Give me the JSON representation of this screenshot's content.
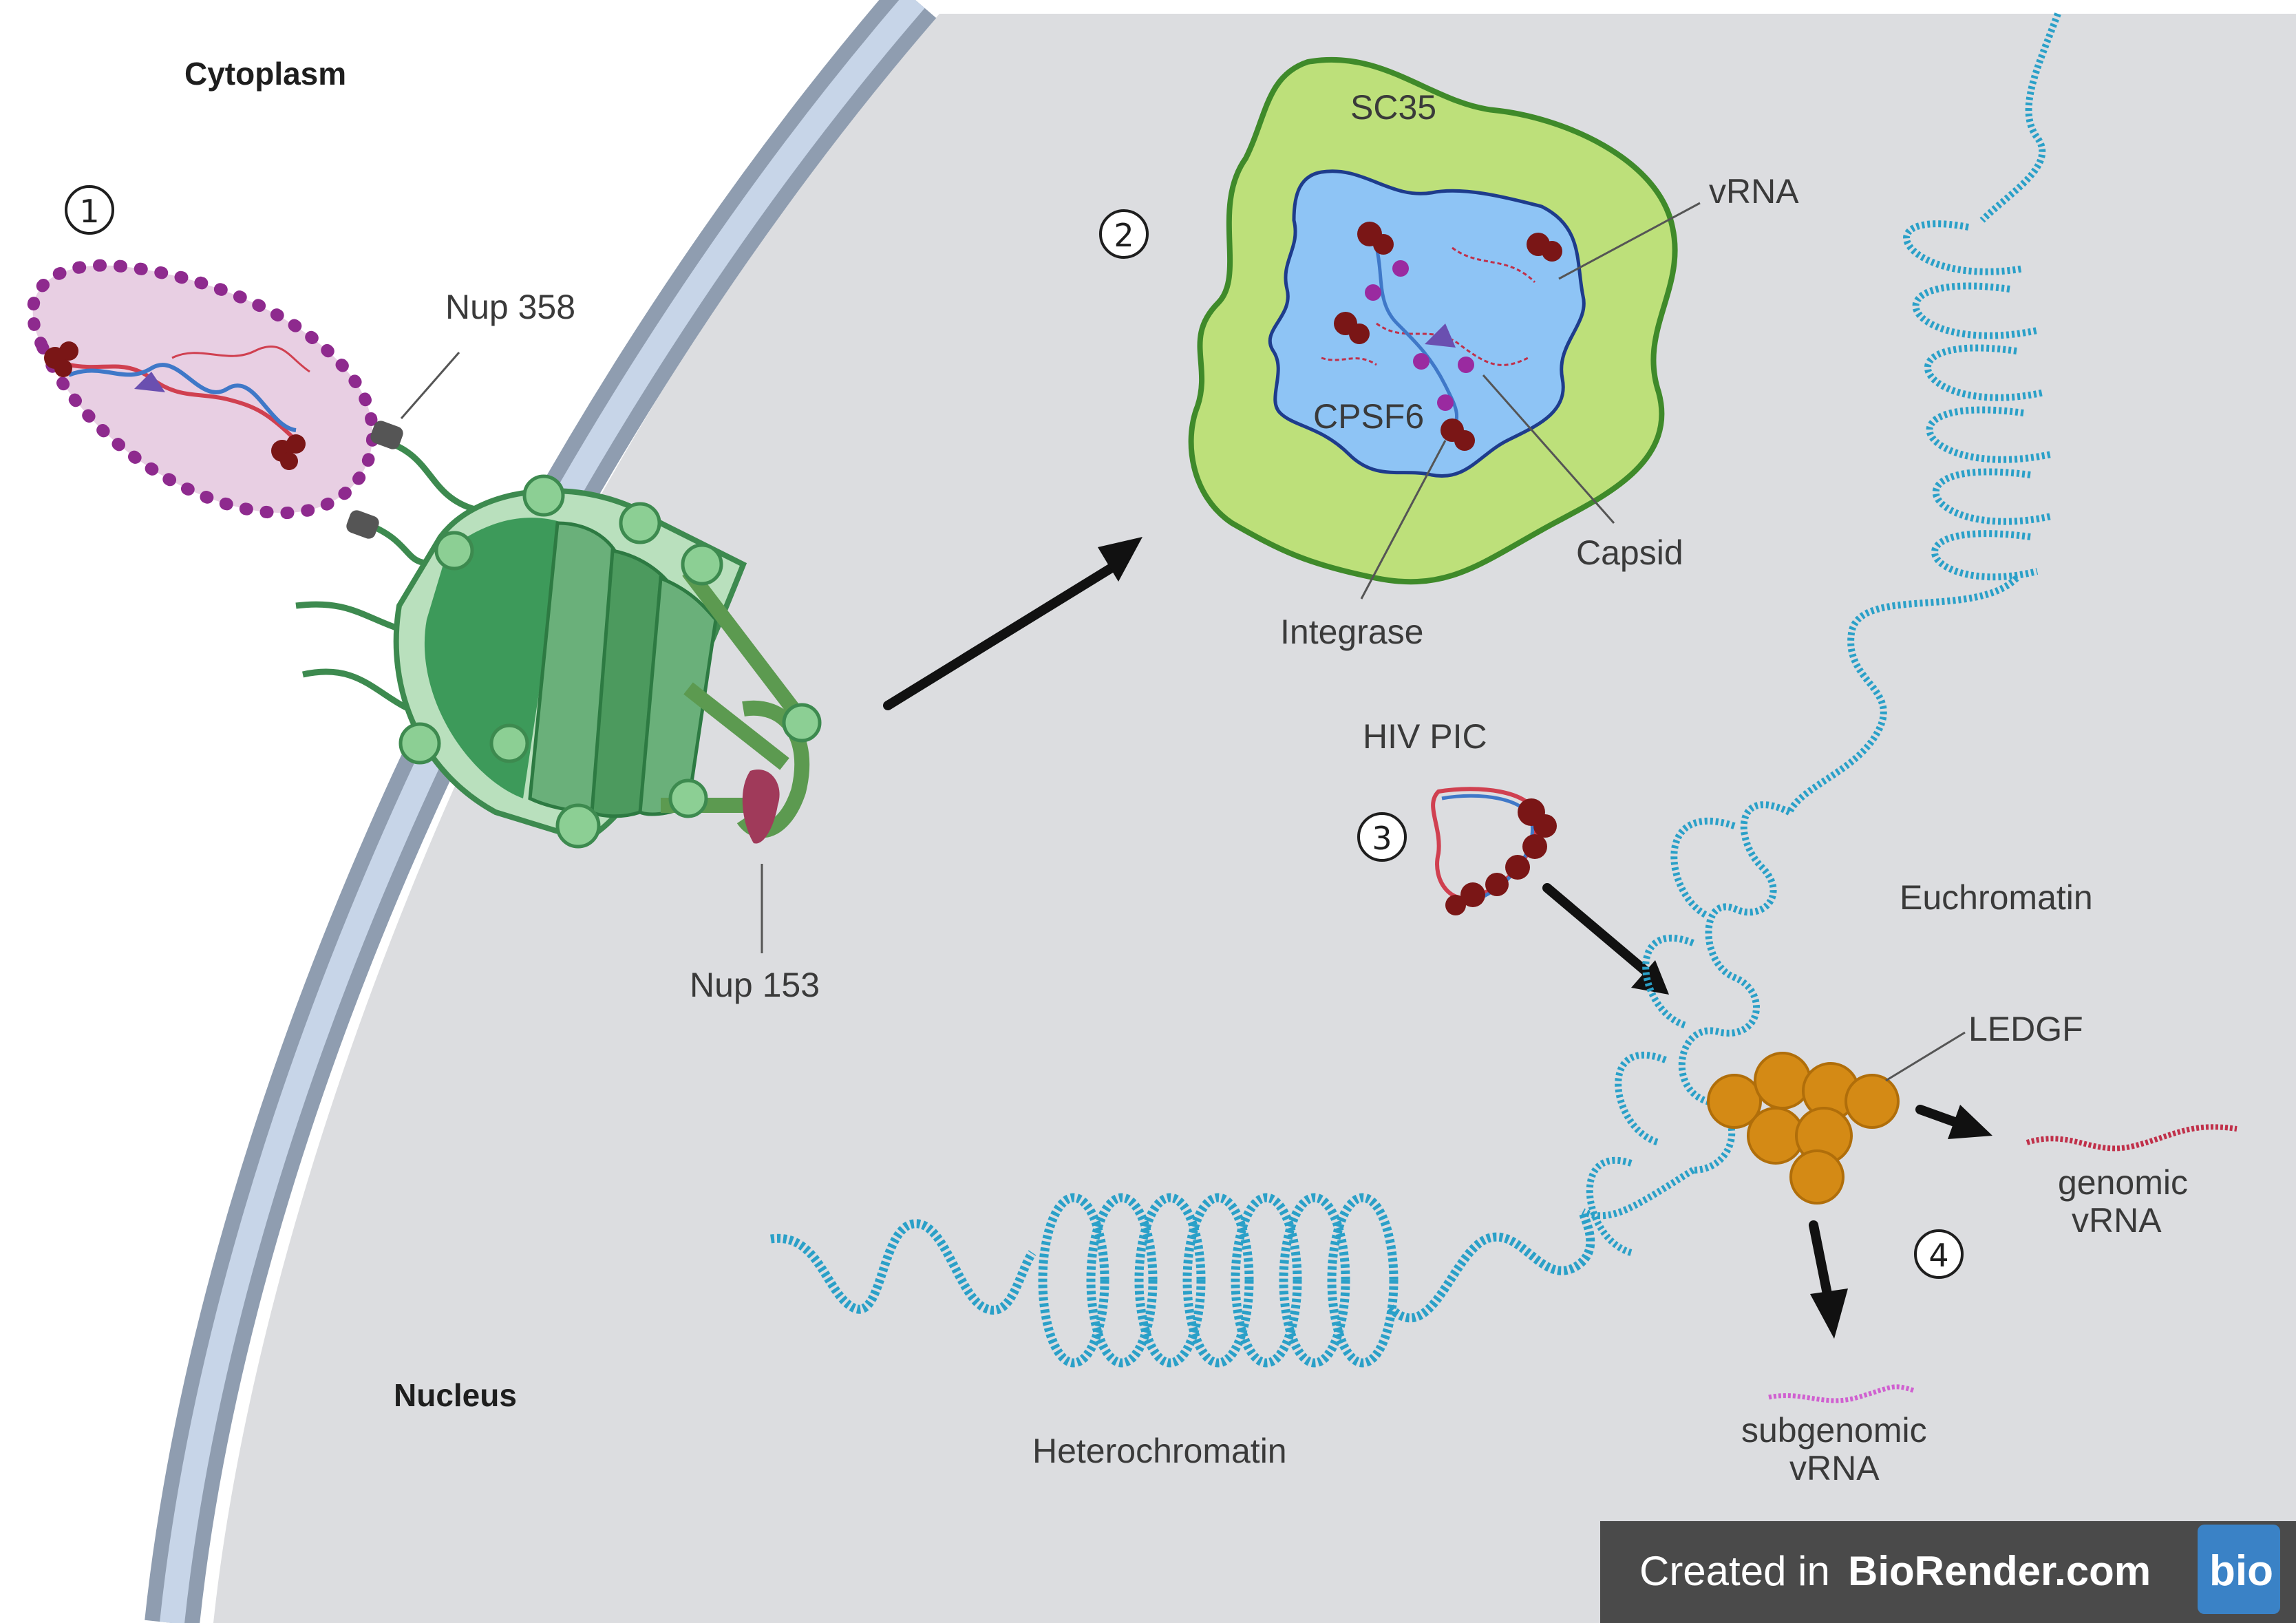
{
  "regions": {
    "cytoplasm": "Cytoplasm",
    "nucleus": "Nucleus"
  },
  "steps": [
    "1",
    "2",
    "3",
    "4"
  ],
  "labels": {
    "nup358": "Nup 358",
    "nup153": "Nup 153",
    "sc35": "SC35",
    "vrna": "vRNA",
    "cpsf6": "CPSF6",
    "capsid": "Capsid",
    "integrase": "Integrase",
    "hiv_pic": "HIV PIC",
    "euchromatin": "Euchromatin",
    "ledgf": "LEDGF",
    "genomic_line1": "genomic",
    "genomic_line2": "vRNA",
    "subgenomic_line1": "subgenomic",
    "subgenomic_line2": "vRNA",
    "heterochromatin": "Heterochromatin"
  },
  "watermark": {
    "prefix": "Created in ",
    "brand": "BioRender.com",
    "logo": "bio"
  },
  "colors": {
    "nucleus_bg": "#dcdde0",
    "envelope": "#8f9db0",
    "envelope_inner": "#c7d5e8",
    "pore_green": "#3d9a5a",
    "pore_light": "#b9e0bd",
    "virion_outline": "#8e2a8e",
    "virion_fill": "#e8cfe3",
    "speckle_fill": "#bde07a",
    "speckle_outline": "#3f8a2a",
    "capsid_blue": "#8ec4f5",
    "chromatin": "#2aa0c8",
    "ledgf": "#d48a15",
    "protein_red": "#7a1616",
    "genomic_rna": "#c0304a",
    "subgenomic_rna": "#d060d0",
    "watermark_bg": "#4a4a4a",
    "watermark_logo": "#3a82c6"
  }
}
